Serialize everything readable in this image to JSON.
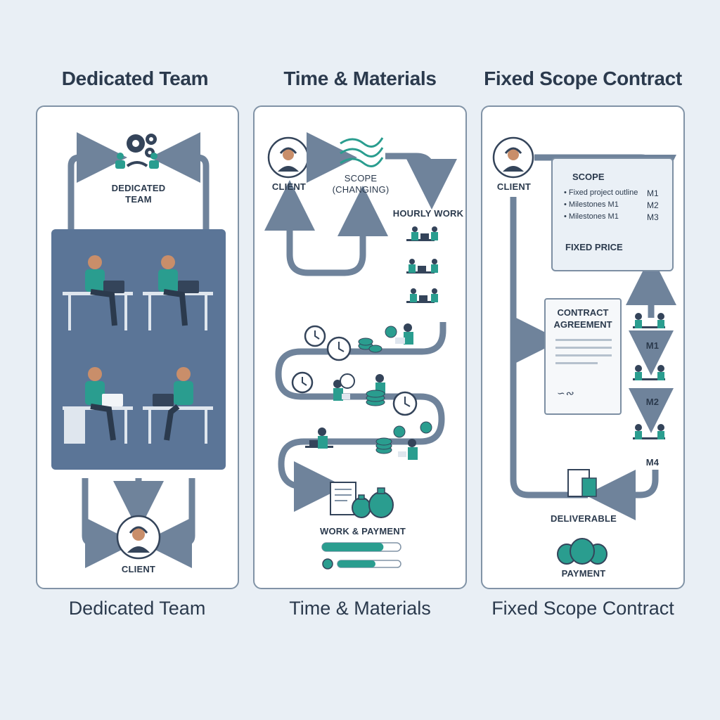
{
  "columns": [
    {
      "title_top": "Dedicated Team",
      "title_bottom": "Dedicated Team",
      "labels": {
        "team": "DEDICATED\nTEAM",
        "client": "CLIENT"
      }
    },
    {
      "title_top": "Time & Materials",
      "title_bottom": "Time & Materials",
      "labels": {
        "client": "CLIENT",
        "scope": "SCOPE\n(CHANGING)",
        "hourly": "HOURLY WORK",
        "work_payment": "WORK & PAYMENT"
      },
      "progress": [
        0.78,
        0.6
      ]
    },
    {
      "title_top": "Fixed Scope Contract",
      "title_bottom": "Fixed Scope Contract",
      "labels": {
        "client": "CLIENT",
        "scope_title": "SCOPE",
        "scope_items": [
          "• Fixed project outline",
          "• Milestones M1",
          "• Milestones M1"
        ],
        "scope_ms": [
          "M1",
          "M2",
          "M3"
        ],
        "fixed_price": "FIXED PRICE",
        "contract": "CONTRACT\nAGREEMENT",
        "m1": "M1",
        "m2": "M2",
        "m4": "M4",
        "deliverable": "DELIVERABLE",
        "payment": "PAYMENT"
      }
    }
  ],
  "colors": {
    "accent": "#2a9d8f",
    "arrow": "#6f839b",
    "dark": "#34445a",
    "team_bg": "#5b7597"
  }
}
